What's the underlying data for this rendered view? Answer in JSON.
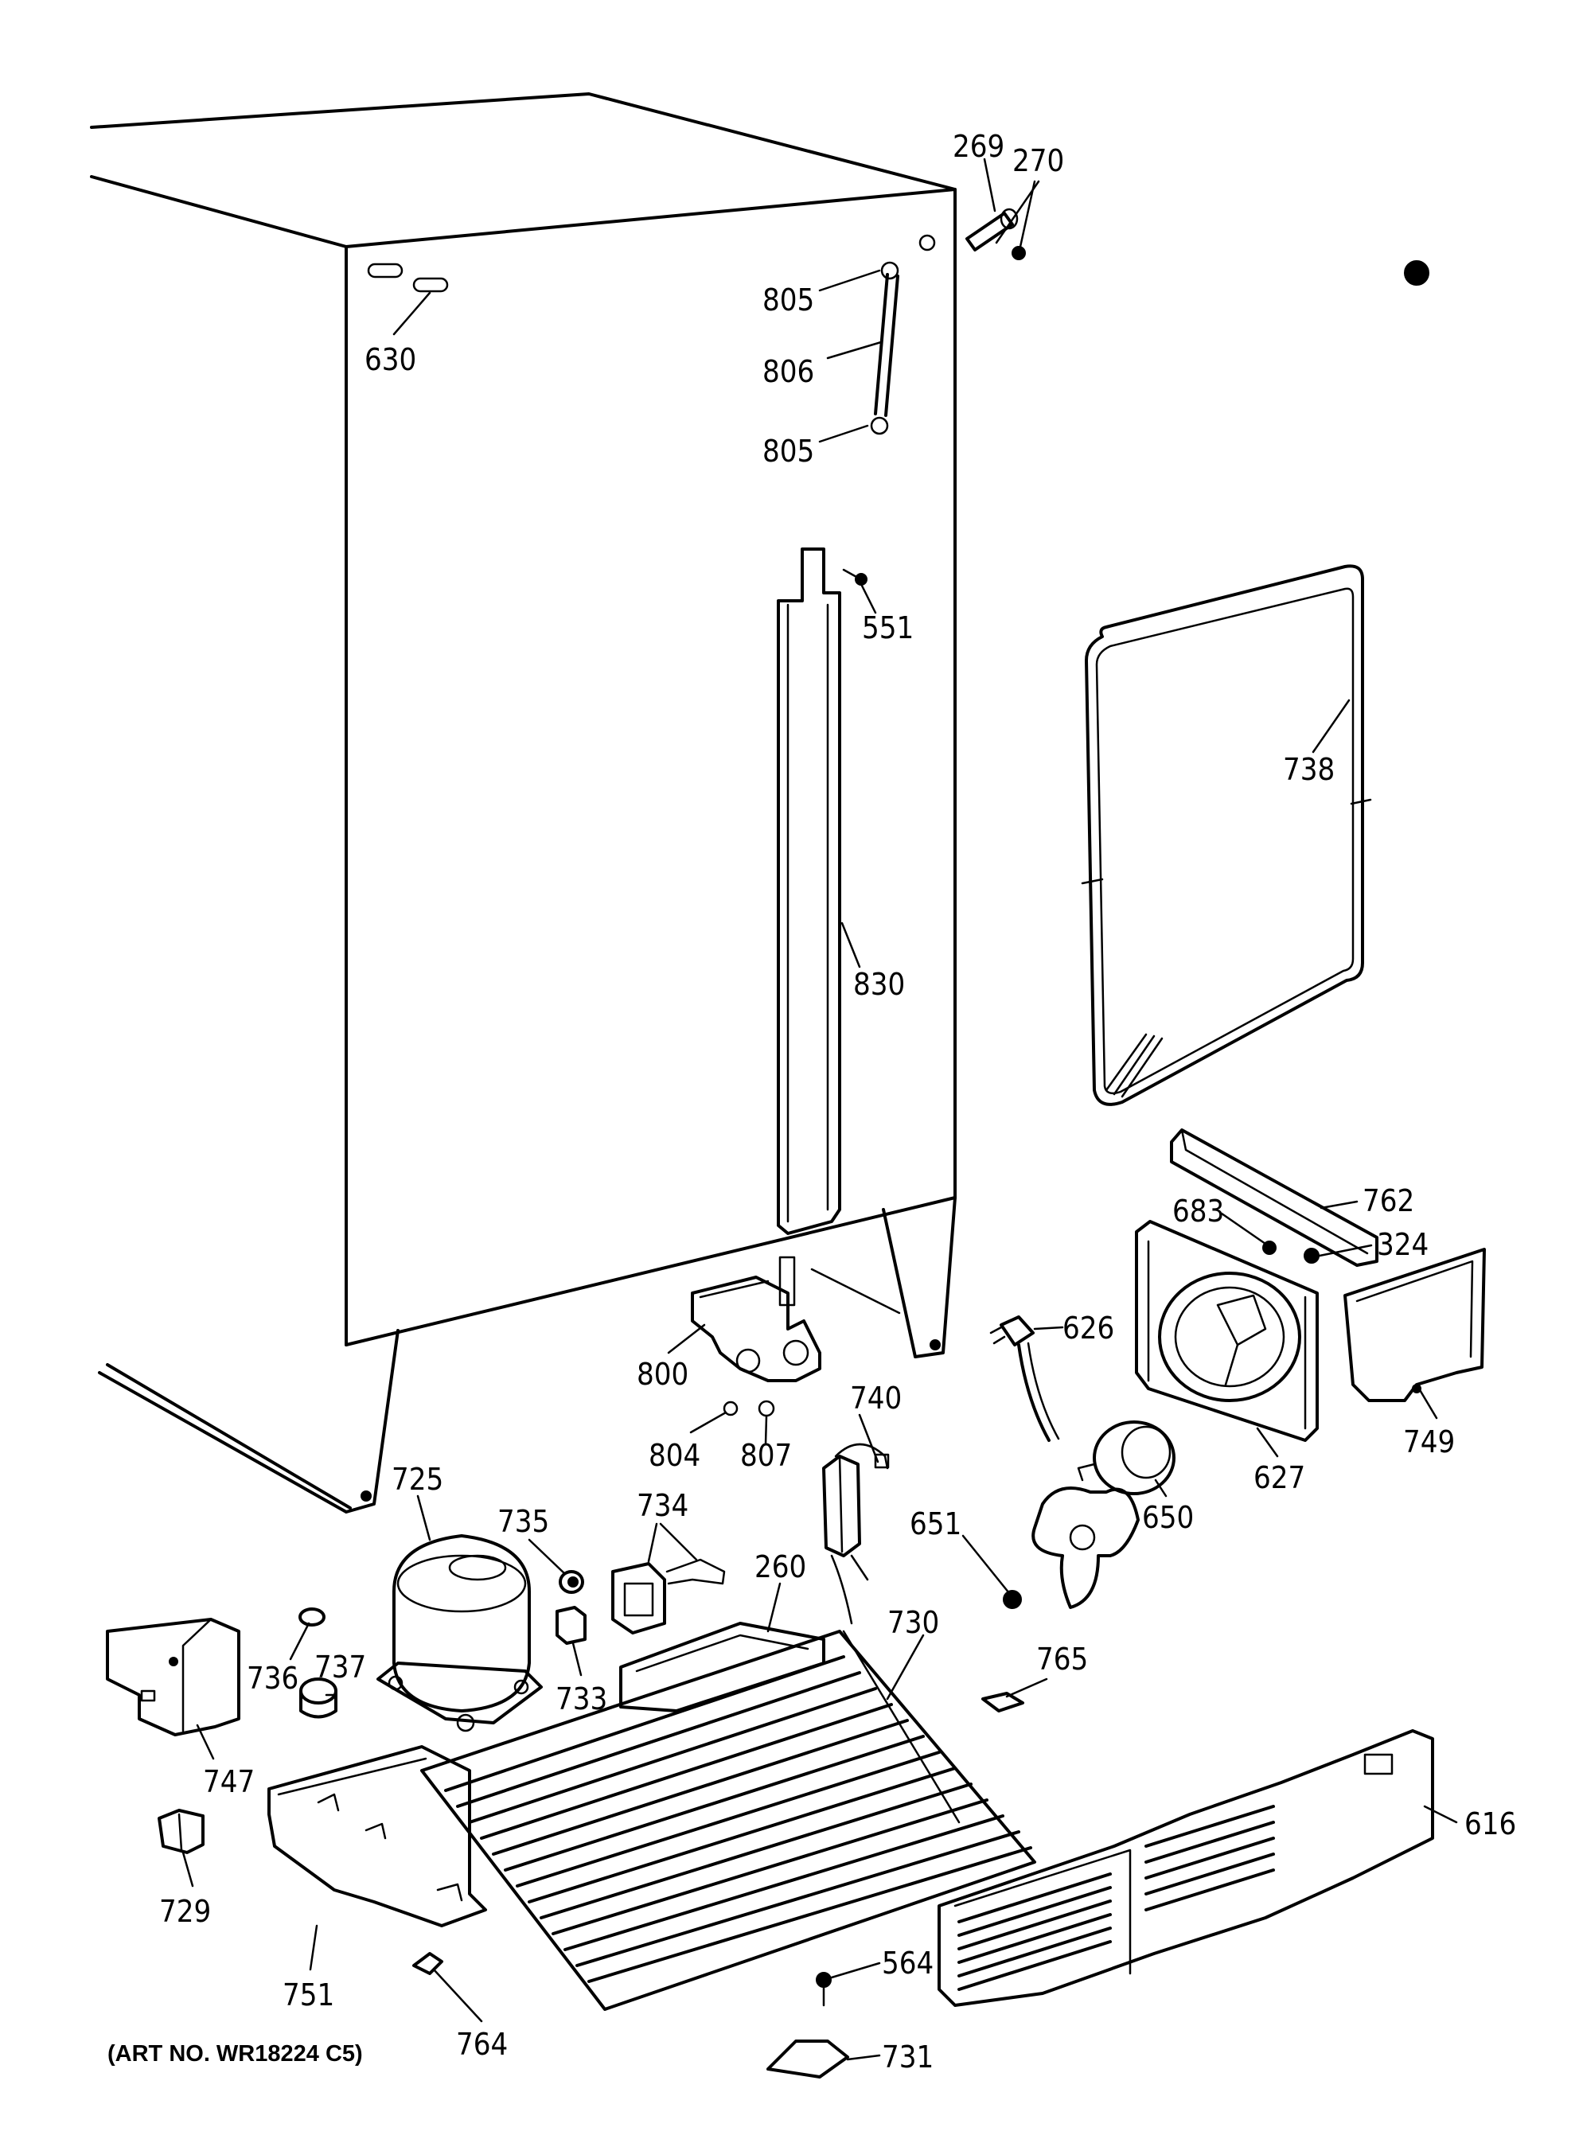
{
  "art_number": "(ART NO. WR18224 C5)",
  "part_labels": {
    "p269": "269",
    "p270": "270",
    "p630": "630",
    "p805a": "805",
    "p806": "806",
    "p805b": "805",
    "p551": "551",
    "p738": "738",
    "p830": "830",
    "p762": "762",
    "p683": "683",
    "p324": "324",
    "p626": "626",
    "p800": "800",
    "p740": "740",
    "p804": "804",
    "p807": "807",
    "p749": "749",
    "p627": "627",
    "p650": "650",
    "p725": "725",
    "p735": "735",
    "p734": "734",
    "p651": "651",
    "p260": "260",
    "p736": "736",
    "p730": "730",
    "p765": "765",
    "p737": "737",
    "p733": "733",
    "p747": "747",
    "p616": "616",
    "p729": "729",
    "p751": "751",
    "p564": "564",
    "p731": "731",
    "p764": "764"
  }
}
